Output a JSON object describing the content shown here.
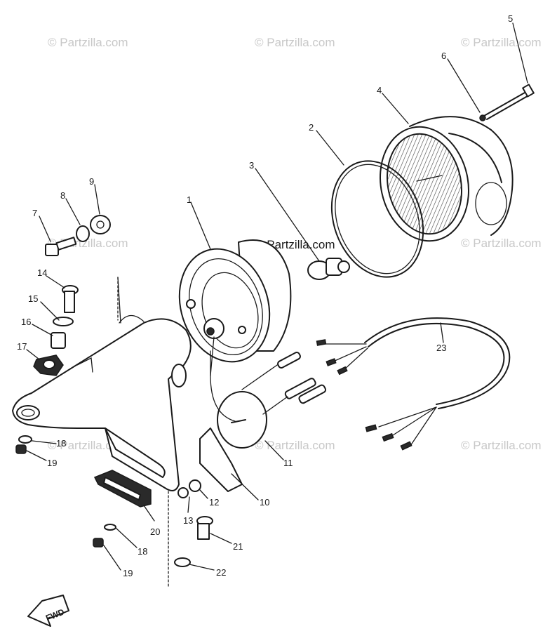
{
  "watermark": "© Partzilla.com",
  "fwd_label": "FWD",
  "callouts": [
    "1",
    "2",
    "3",
    "4",
    "5",
    "6",
    "7",
    "8",
    "9",
    "10",
    "11",
    "12",
    "13",
    "14",
    "15",
    "16",
    "17",
    "18",
    "19",
    "20",
    "21",
    "22",
    "23",
    "18",
    "19"
  ]
}
